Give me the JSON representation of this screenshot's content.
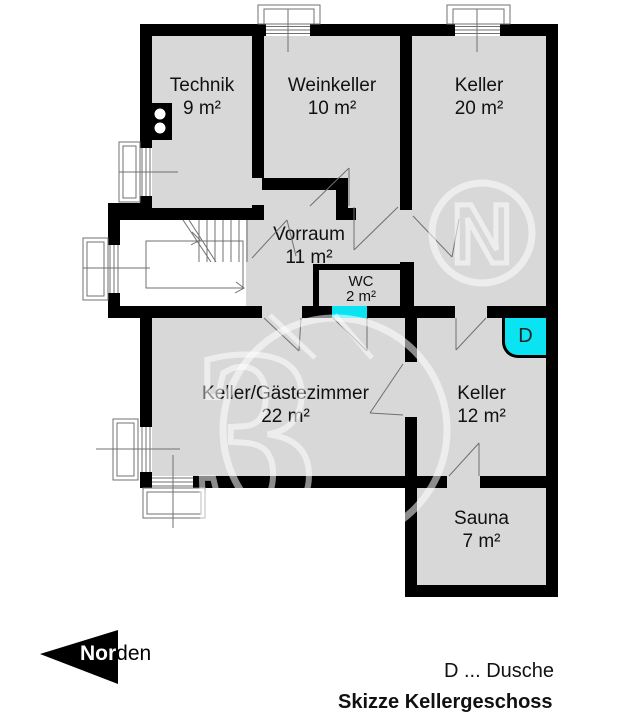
{
  "plan": {
    "rooms": [
      {
        "id": "technik",
        "name": "Technik",
        "area": "9 m²"
      },
      {
        "id": "weinkeller",
        "name": "Weinkeller",
        "area": "10 m²"
      },
      {
        "id": "keller20",
        "name": "Keller",
        "area": "20 m²"
      },
      {
        "id": "vorraum",
        "name": "Vorraum",
        "area": "11 m²"
      },
      {
        "id": "wc",
        "name": "WC",
        "area": "2 m²"
      },
      {
        "id": "gaestezimmer",
        "name": "Keller/Gästezimmer",
        "area": "22 m²"
      },
      {
        "id": "keller12",
        "name": "Keller",
        "area": "12 m²"
      },
      {
        "id": "sauna",
        "name": "Sauna",
        "area": "7 m²"
      }
    ],
    "shower_label": "D",
    "watermark": {
      "letter": "N",
      "digit": "3"
    }
  },
  "compass": {
    "label_bold": "Nor",
    "label_rest": "den"
  },
  "footer": {
    "legend": "D ... Dusche",
    "title": "Skizze Kellergeschoss"
  },
  "colors": {
    "wall": "#000000",
    "floor_gray": "#d8d8d8",
    "highlight_cyan": "#0ae4f2",
    "sauna_purple": "#8184ee",
    "thin_line": "#707070"
  }
}
